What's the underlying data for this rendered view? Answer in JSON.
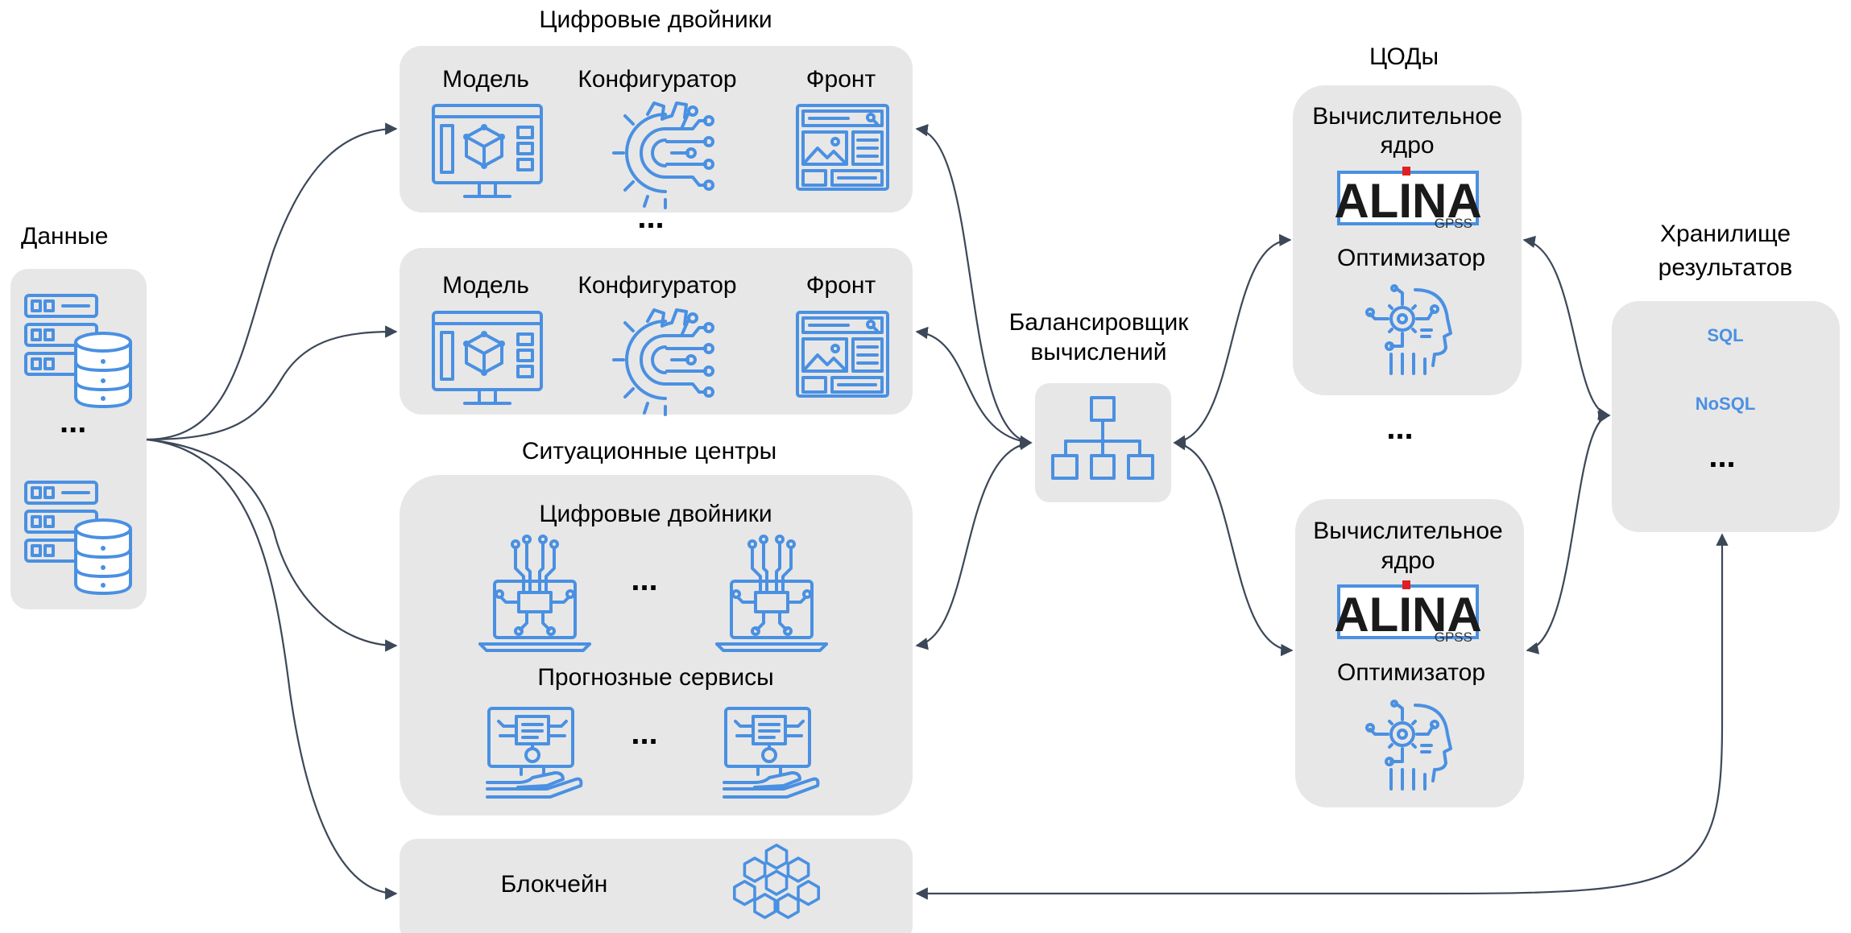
{
  "data_section": {
    "title": "Данные",
    "ellipsis": "..."
  },
  "digital_twins_group": {
    "title": "Цифровые двойники",
    "between_ellipsis": "...",
    "row1": {
      "model": "Модель",
      "configurator": "Конфигуратор",
      "front": "Фронт"
    },
    "row2": {
      "model": "Модель",
      "configurator": "Конфигуратор",
      "front": "Фронт"
    }
  },
  "situation_centers": {
    "title": "Ситуационные центры",
    "twins_label": "Цифровые двойники",
    "twins_ellipsis": "...",
    "forecast_label": "Прогнозные сервисы",
    "forecast_ellipsis": "..."
  },
  "blockchain": {
    "label": "Блокчейн"
  },
  "balancer": {
    "line1": "Балансировщик",
    "line2": "вычислений"
  },
  "data_centers": {
    "title": "ЦОДы",
    "between_ellipsis": "...",
    "dc1": {
      "core_line1": "Вычислительное",
      "core_line2": "ядро",
      "logo_text": "ALINA",
      "logo_sub": "GPSS",
      "optimizer": "Оптимизатор"
    },
    "dc2": {
      "core_line1": "Вычислительное",
      "core_line2": "ядро",
      "logo_text": "ALINA",
      "logo_sub": "GPSS",
      "optimizer": "Оптимизатор"
    }
  },
  "storage": {
    "title_line1": "Хранилище",
    "title_line2": "результатов",
    "items": [
      "SQL",
      "NoSQL",
      "..."
    ]
  },
  "colors": {
    "icon": "#4a90e2",
    "panel": "#e7e7e7",
    "connector": "#3c4858",
    "logo_accent": "#e02020"
  }
}
